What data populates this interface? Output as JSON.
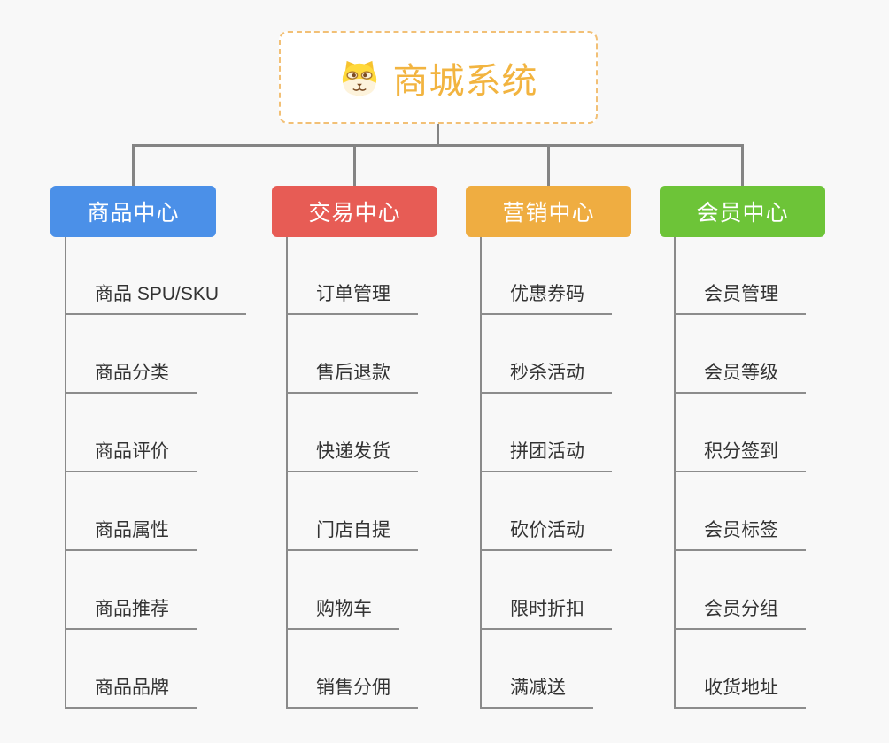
{
  "root": {
    "title": "商城系统",
    "icon": "dog-icon",
    "border_color": "#f2c076",
    "title_color": "#f2b440"
  },
  "branches": [
    {
      "label": "商品中心",
      "color": "#4b90e8",
      "items": [
        "商品 SPU/SKU",
        "商品分类",
        "商品评价",
        "商品属性",
        "商品推荐",
        "商品品牌"
      ]
    },
    {
      "label": "交易中心",
      "color": "#e75c55",
      "items": [
        "订单管理",
        "售后退款",
        "快递发货",
        "门店自提",
        "购物车",
        "销售分佣"
      ]
    },
    {
      "label": "营销中心",
      "color": "#efad41",
      "items": [
        "优惠券码",
        "秒杀活动",
        "拼团活动",
        "砍价活动",
        "限时折扣",
        "满减送"
      ]
    },
    {
      "label": "会员中心",
      "color": "#6dc438",
      "items": [
        "会员管理",
        "会员等级",
        "积分签到",
        "会员标签",
        "会员分组",
        "收货地址"
      ]
    }
  ],
  "colors": {
    "background": "#f8f8f8",
    "connector": "#848484",
    "item_text": "#333333",
    "item_underline": "#8c8c8c"
  }
}
